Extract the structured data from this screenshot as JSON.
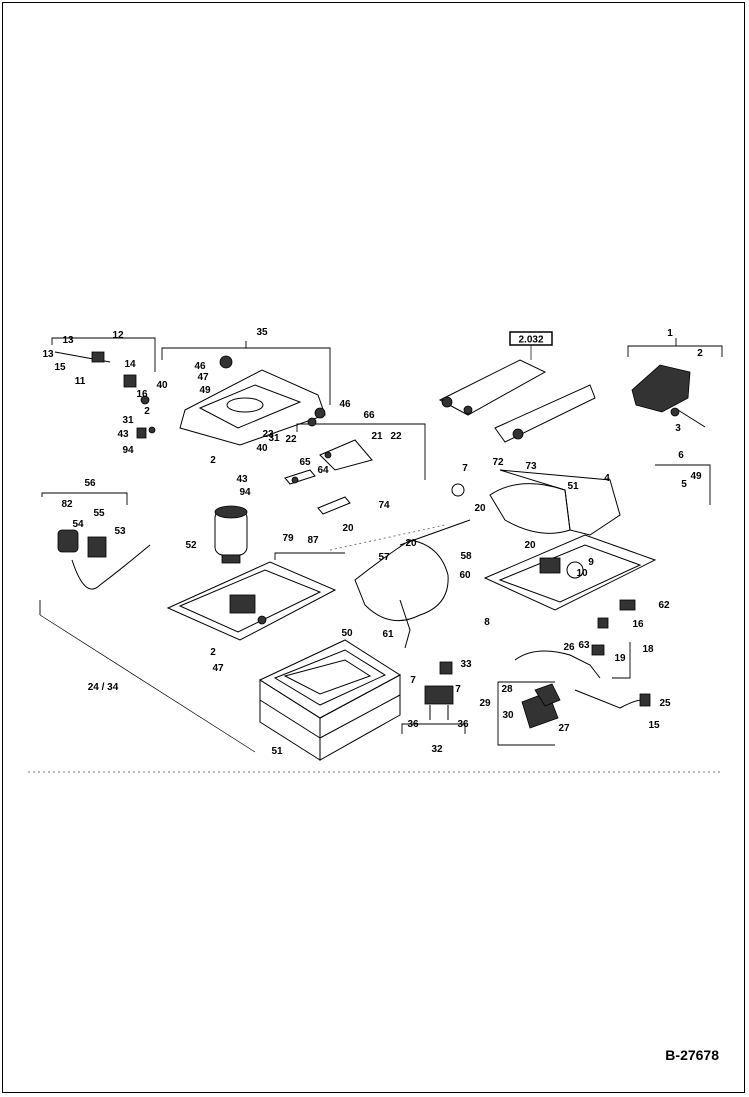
{
  "diagram": {
    "sheet_id": "B-27678",
    "ref_box": "2.032",
    "callouts": [
      "1",
      "2",
      "3",
      "4",
      "5",
      "6",
      "7",
      "8",
      "9",
      "10",
      "11",
      "12",
      "13",
      "14",
      "15",
      "16",
      "18",
      "19",
      "20",
      "21",
      "22",
      "23",
      "24 / 34",
      "25",
      "26",
      "27",
      "28",
      "29",
      "30",
      "31",
      "32",
      "33",
      "35",
      "36",
      "40",
      "43",
      "46",
      "47",
      "49",
      "50",
      "51",
      "52",
      "53",
      "54",
      "55",
      "56",
      "57",
      "58",
      "60",
      "61",
      "62",
      "63",
      "64",
      "65",
      "66",
      "72",
      "73",
      "74",
      "79",
      "82",
      "87",
      "94"
    ]
  }
}
